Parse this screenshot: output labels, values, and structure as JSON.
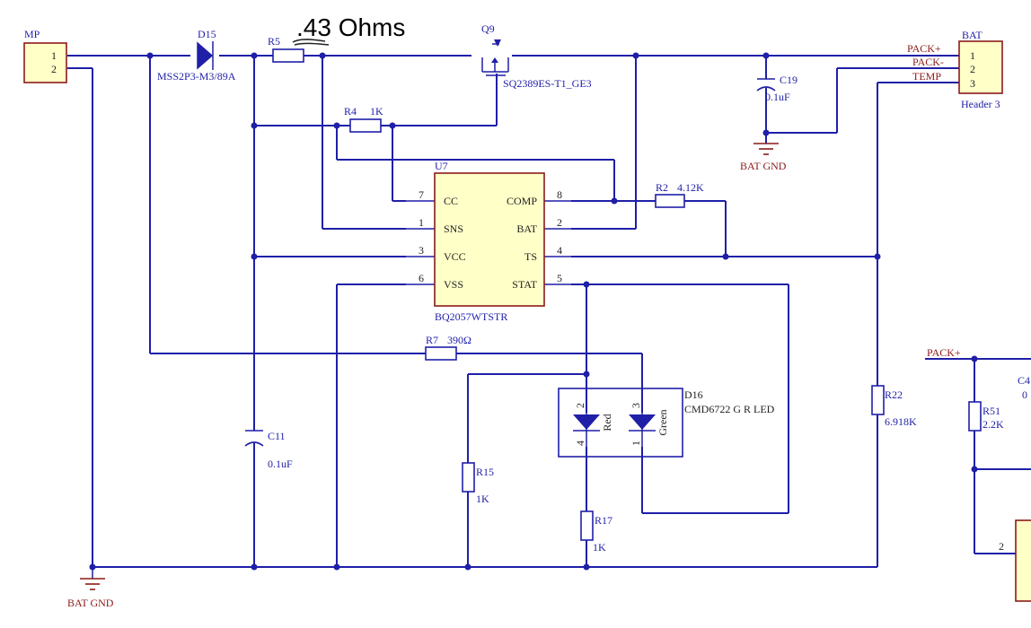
{
  "annotation": ".43 Ohms",
  "connectors": {
    "mp": {
      "ref": "MP",
      "pins": [
        "1",
        "2"
      ]
    },
    "bat": {
      "ref": "BAT",
      "value": "Header 3",
      "pins": [
        "1",
        "2",
        "3"
      ]
    }
  },
  "nets": {
    "pack_pos": "PACK+",
    "pack_neg": "PACK-",
    "temp": "TEMP",
    "bat_gnd": "BAT GND"
  },
  "components": {
    "d15": {
      "ref": "D15",
      "value": "MSS2P3-M3/89A"
    },
    "r5": {
      "ref": "R5"
    },
    "q9": {
      "ref": "Q9",
      "value": "SQ2389ES-T1_GE3"
    },
    "c19": {
      "ref": "C19",
      "value": "0.1uF"
    },
    "r4": {
      "ref": "R4",
      "value": "1K"
    },
    "u7": {
      "ref": "U7",
      "value": "BQ2057WTSTR",
      "left_pins": [
        {
          "num": "7",
          "name": "CC"
        },
        {
          "num": "1",
          "name": "SNS"
        },
        {
          "num": "3",
          "name": "VCC"
        },
        {
          "num": "6",
          "name": "VSS"
        }
      ],
      "right_pins": [
        {
          "num": "8",
          "name": "COMP"
        },
        {
          "num": "2",
          "name": "BAT"
        },
        {
          "num": "4",
          "name": "TS"
        },
        {
          "num": "5",
          "name": "STAT"
        }
      ]
    },
    "r2": {
      "ref": "R2",
      "value": "4.12K"
    },
    "r7": {
      "ref": "R7",
      "value": "390Ω"
    },
    "c11": {
      "ref": "C11",
      "value": "0.1uF"
    },
    "r15": {
      "ref": "R15",
      "value": "1K"
    },
    "d16": {
      "ref": "D16",
      "value": "CMD6722 G R LED",
      "red_label": "Red",
      "green_label": "Green",
      "pins": [
        "2",
        "4",
        "3",
        "1"
      ]
    },
    "r17": {
      "ref": "R17",
      "value": "1K"
    },
    "r22": {
      "ref": "R22",
      "value": "6.918K"
    },
    "r51": {
      "ref": "R51",
      "value": "2.2K"
    },
    "c4x": {
      "ref": "C4",
      "value": "0"
    },
    "partial_pin": "2"
  }
}
